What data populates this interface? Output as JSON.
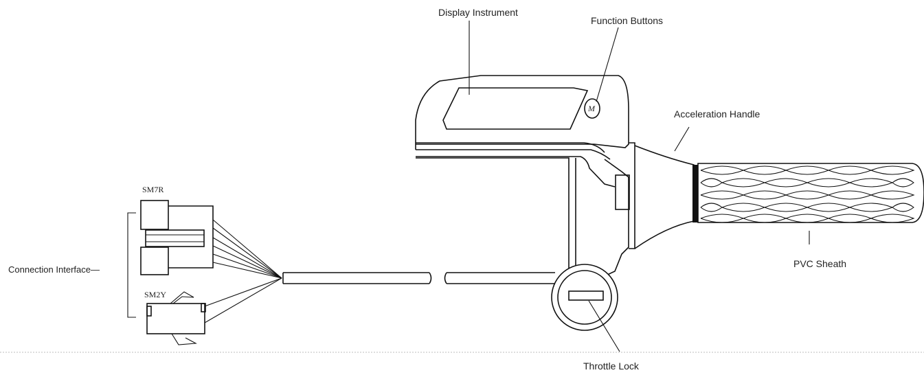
{
  "labels": {
    "display_instrument": "Display Instrument",
    "function_buttons": "Function Buttons",
    "acceleration_handle": "Acceleration Handle",
    "pvc_sheath": "PVC Sheath",
    "throttle_lock": "Throttle Lock",
    "connection_interface": "Connection Interface—",
    "sm7r": "SM7R",
    "sm2y": "SM2Y",
    "button_glyph": "M"
  }
}
